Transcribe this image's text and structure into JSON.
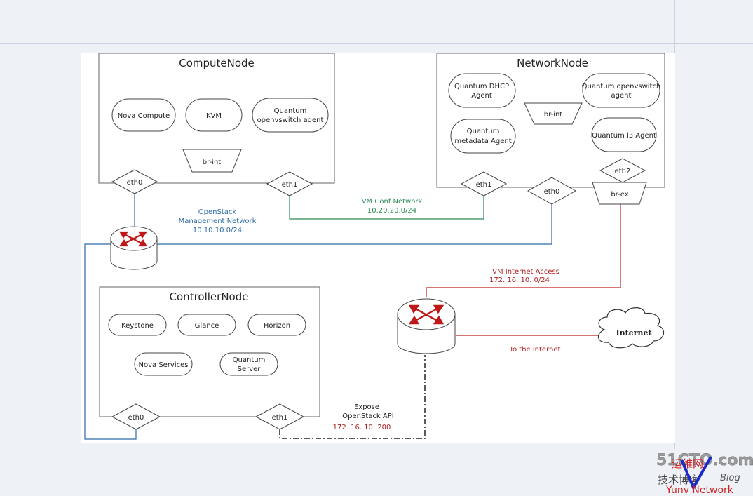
{
  "compute_node": {
    "title": "ComputeNode",
    "nova_compute": "Nova Compute",
    "kvm": "KVM",
    "ovs_agent_line1": "Quantum",
    "ovs_agent_line2": "openvswitch agent",
    "br_int": "br-int",
    "eth0": "eth0",
    "eth1": "eth1"
  },
  "network_node": {
    "title": "NetworkNode",
    "dhcp_line1": "Quantum DHCP",
    "dhcp_line2": "Agent",
    "ovs_line1": "Quantum openvswitch",
    "ovs_line2": "agent",
    "br_int": "br-int",
    "metadata_line1": "Quantum",
    "metadata_line2": "metadata Agent",
    "l3_agent": "Quantum l3 Agent",
    "eth2": "eth2",
    "eth1": "eth1",
    "eth0": "eth0",
    "br_ex": "br-ex"
  },
  "controller_node": {
    "title": "ControllerNode",
    "keystone": "Keystone",
    "glance": "Glance",
    "horizon": "Horizon",
    "nova_services": "Nova Services",
    "quantum_server_line1": "Quantum",
    "quantum_server_line2": "Server",
    "eth0": "eth0",
    "eth1": "eth1"
  },
  "networks": {
    "management_line1": "OpenStack",
    "management_line2": "Management Network",
    "management_cidr": "10.10.10.0/24",
    "vm_conf_line1": "VM Conf Network",
    "vm_conf_cidr": "10.20.20.0/24",
    "internet_access_line1": "VM Internet Access",
    "internet_access_cidr": "172. 16. 10. 0/24",
    "to_internet": "To the internet",
    "expose_line1": "Expose",
    "expose_line2": "OpenStack API",
    "expose_ip": "172. 16. 10. 200"
  },
  "internet_cloud": {
    "label": "Internet"
  },
  "watermark": {
    "line1": "51CTO.com",
    "line2": "技术博客",
    "line3": "Blog",
    "line4": "运维网",
    "line5": "Yunv Network"
  },
  "colors": {
    "management": "#2c6aa8",
    "vm_conf": "#2e8b57",
    "internet": "#c02020",
    "node_border": "#666666"
  }
}
